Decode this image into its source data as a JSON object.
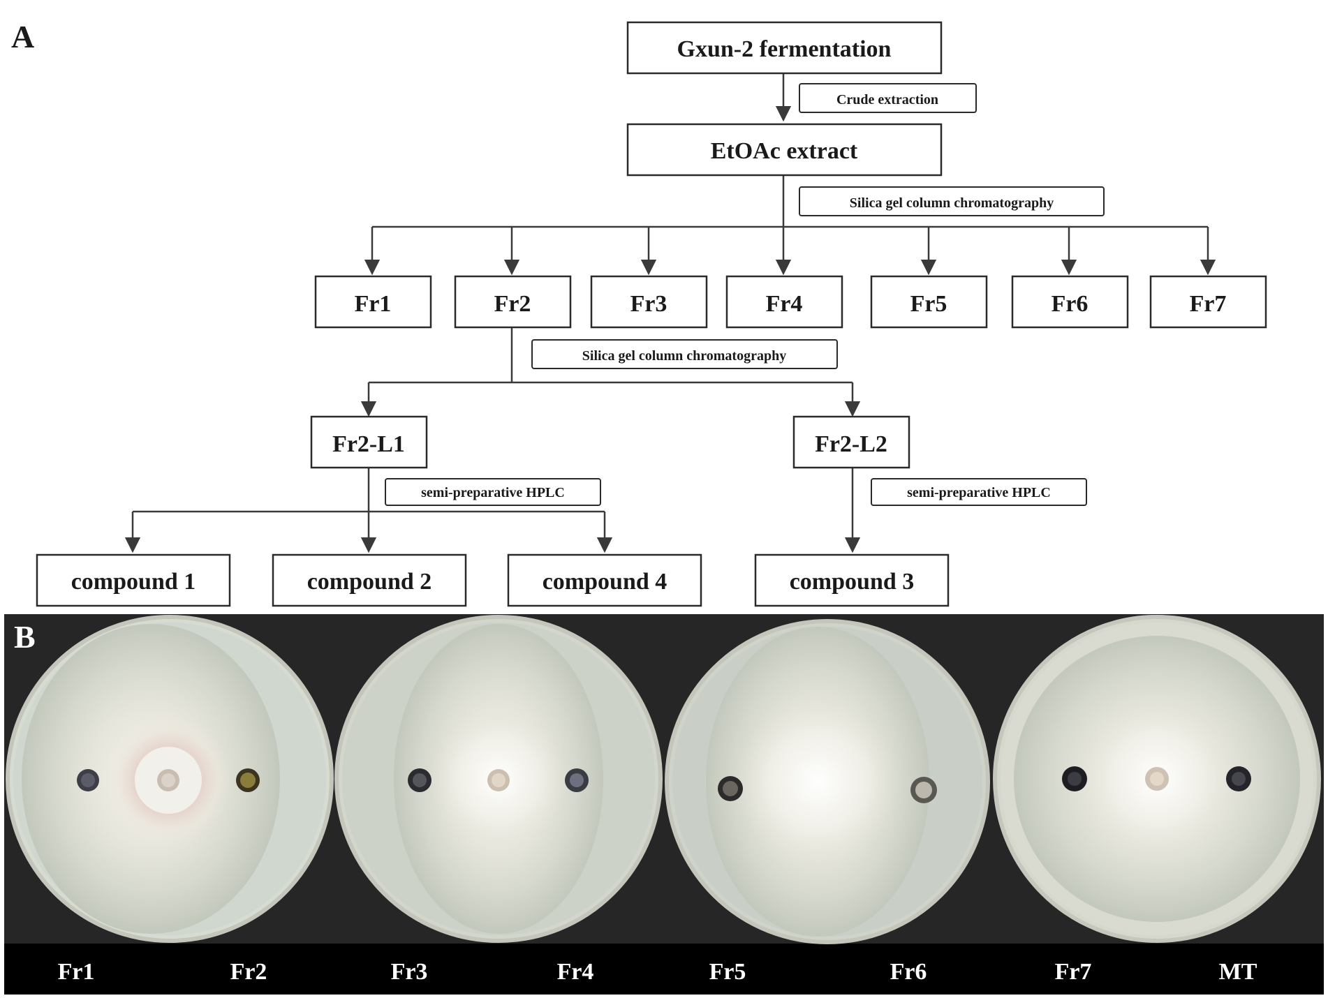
{
  "panel_a": {
    "label": "A",
    "root": "Gxun-2 fermentation",
    "step1_label": "Crude extraction",
    "extract": "EtOAc extract",
    "step2_label": "Silica gel column chromatography",
    "fractions": [
      "Fr1",
      "Fr2",
      "Fr3",
      "Fr4",
      "Fr5",
      "Fr6",
      "Fr7"
    ],
    "step3_label": "Silica gel column chromatography",
    "subfractions": [
      "Fr2-L1",
      "Fr2-L2"
    ],
    "step4_label": "semi-preparative HPLC",
    "step5_label": "semi-preparative HPLC",
    "compounds": [
      "compound 1",
      "compound 2",
      "compound 4",
      "compound 3"
    ]
  },
  "panel_b": {
    "label": "B",
    "bottom_labels": [
      "Fr1",
      "Fr2",
      "Fr3",
      "Fr4",
      "Fr5",
      "Fr6",
      "Fr7",
      "MT"
    ]
  }
}
